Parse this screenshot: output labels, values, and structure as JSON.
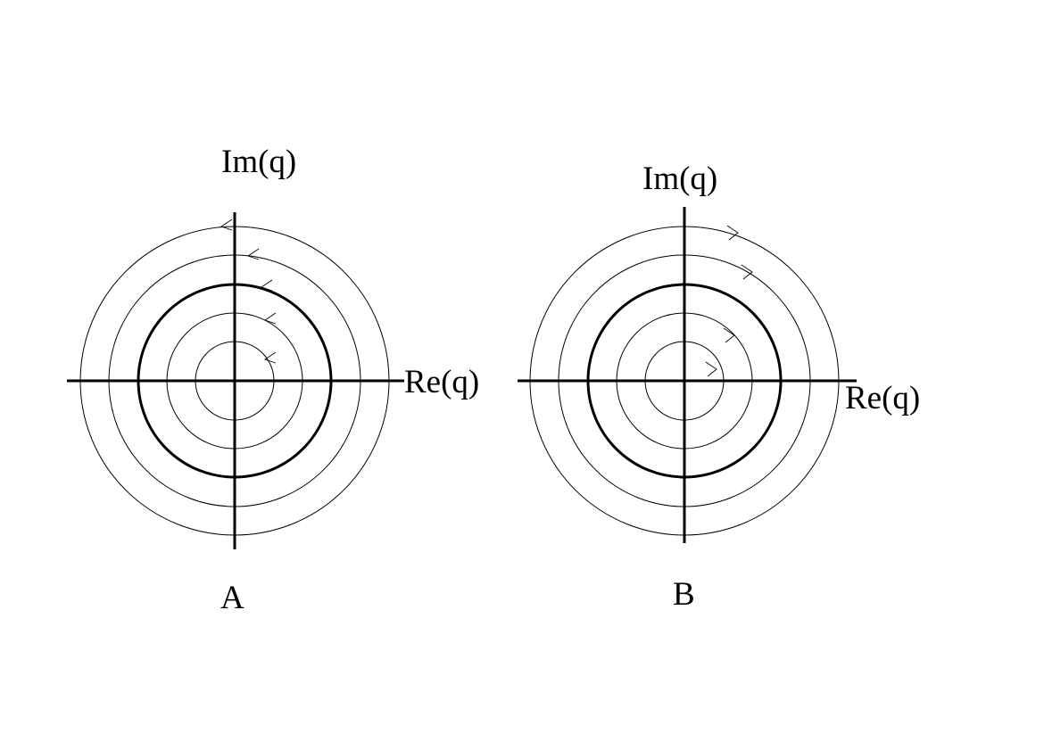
{
  "diagram": {
    "panels": [
      {
        "id": "A",
        "label": "A",
        "im_axis_label": "Im(q)",
        "re_axis_label": "Re(q)",
        "circle_count": 5,
        "highlighted_circle": 3,
        "arrow_direction": "counterclockwise"
      },
      {
        "id": "B",
        "label": "B",
        "im_axis_label": "Im(q)",
        "re_axis_label": "Re(q)",
        "circle_count": 5,
        "highlighted_circle": 3,
        "arrow_direction": "clockwise"
      }
    ]
  }
}
